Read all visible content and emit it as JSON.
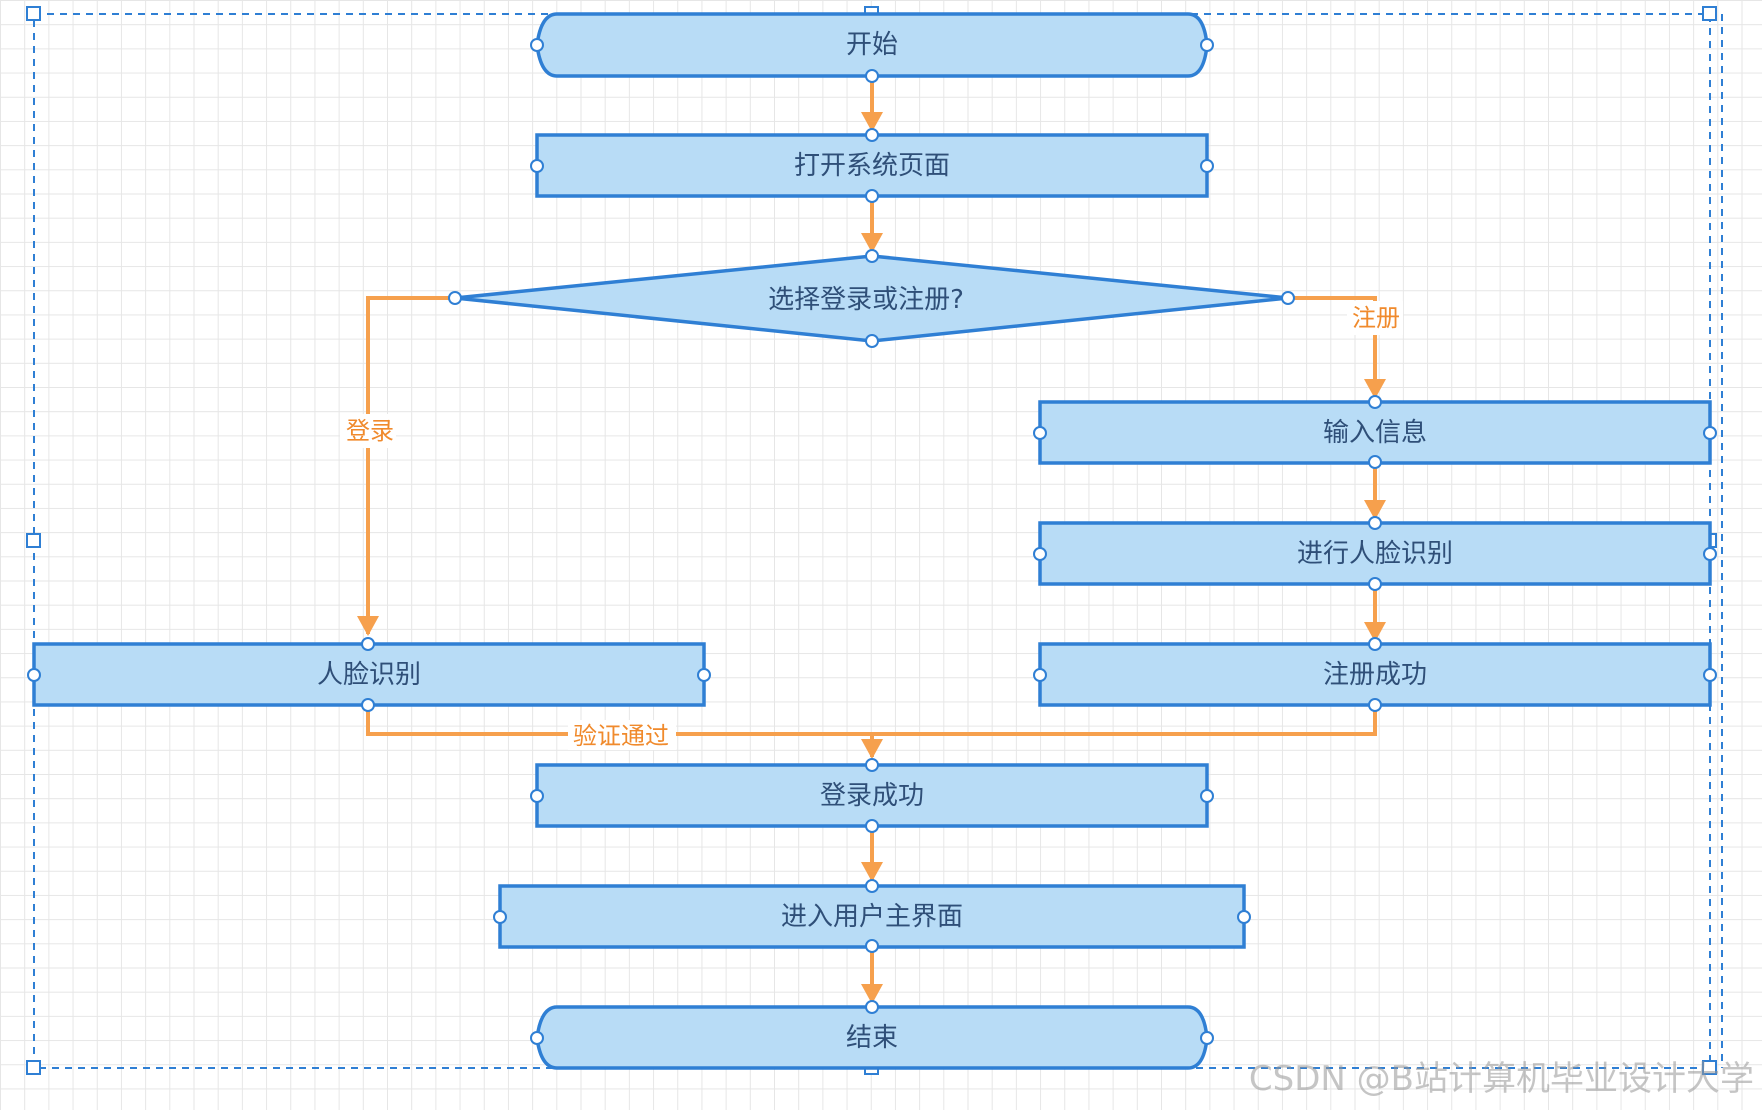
{
  "nodes": {
    "start": "开始",
    "open_page": "打开系统页面",
    "decision": "选择登录或注册?",
    "input_info": "输入信息",
    "face_recognition_register": "进行人脸识别",
    "register_success": "注册成功",
    "face_recognition_login": "人脸识别",
    "login_success": "登录成功",
    "enter_main": "进入用户主界面",
    "end": "结束"
  },
  "edge_labels": {
    "login": "登录",
    "register": "注册",
    "verified": "验证通过"
  },
  "watermark": "CSDN @B站计算机毕业设计大学",
  "colors": {
    "node_fill": "#b8dcf6",
    "node_stroke": "#2f7fd4",
    "edge": "#f6a04d",
    "edge_label": "#f08a2c",
    "grid": "#e6e6e6"
  }
}
